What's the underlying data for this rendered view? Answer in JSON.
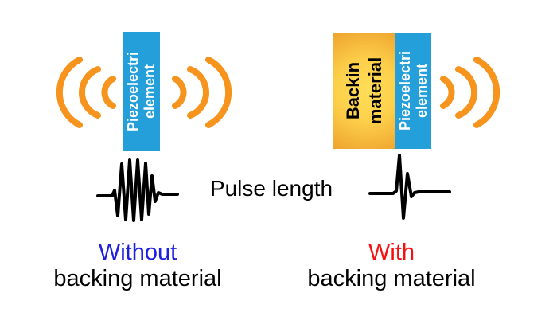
{
  "colors": {
    "piezo_blue": "#259FDA",
    "backing_orange": "#EEA22E",
    "backing_yellow": "#FFD84F",
    "wave_orange": "#F7941E",
    "without_blue": "#1E1EE0",
    "with_red": "#F81010",
    "text_black": "#000000",
    "background": "#FFFFFF"
  },
  "left_unit": {
    "element_line1": "Piezoelectri",
    "element_line2": "element",
    "caption_line1": "Without",
    "caption_line2": "backing material"
  },
  "right_unit": {
    "backing_line1": "Backin",
    "backing_line2": "material",
    "element_line1": "Piezoelectri",
    "element_line2": "element",
    "caption_line1": "With",
    "caption_line2": "backing material"
  },
  "center": {
    "pulse_label": "Pulse length"
  },
  "icons": {
    "left_back_waves": "sound-waves-left-icon",
    "left_front_waves": "sound-waves-right-icon",
    "right_front_waves": "sound-waves-right-icon",
    "long_pulse": "long-ringing-pulse-waveform",
    "short_pulse": "short-damped-pulse-waveform"
  }
}
